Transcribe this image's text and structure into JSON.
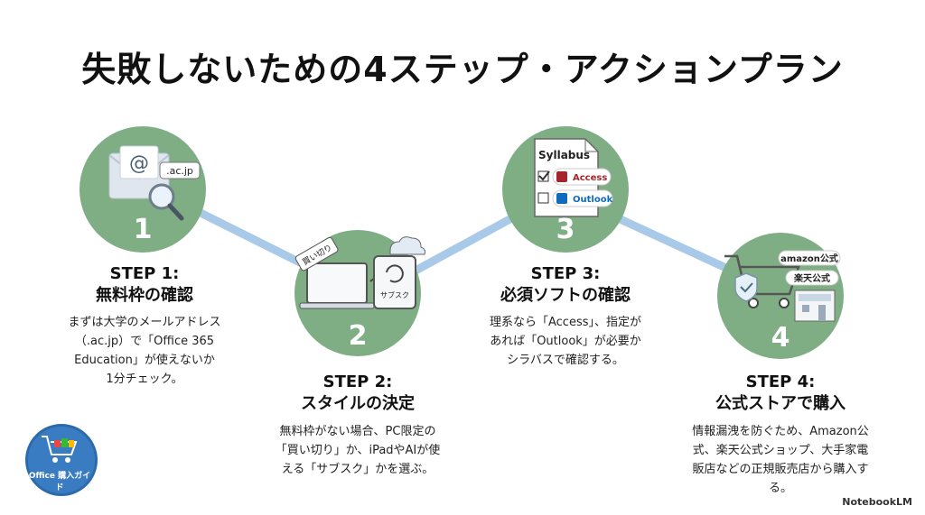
{
  "title": "失敗しないための4ステップ・アクションプラン",
  "steps": [
    {
      "number": "1",
      "heading_line1": "STEP 1:",
      "heading_line2": "無料枠の確認",
      "body": [
        "まずは大学のメールアドレス",
        "（.ac.jp）で「Office 365",
        "Education」が使えないか",
        "1分チェック。"
      ],
      "icon_label": ".ac.jp"
    },
    {
      "number": "2",
      "heading_line1": "STEP 2:",
      "heading_line2": "スタイルの決定",
      "body": [
        "無料枠がない場合、PC限定の",
        "「買い切り」か、iPadやAIが使",
        "える「サブスク」かを選ぶ。"
      ],
      "tag_label": "買い切り",
      "tablet_label": "サブスク"
    },
    {
      "number": "3",
      "heading_line1": "STEP 3:",
      "heading_line2": "必須ソフトの確認",
      "body": [
        "理系なら「Access」、指定が",
        "あれば「Outlook」が必要か",
        "シラバスで確認する。"
      ],
      "doc_title": "Syllabus",
      "item1": "Access",
      "item2": "Outlook"
    },
    {
      "number": "4",
      "heading_line1": "STEP 4:",
      "heading_line2": "公式ストアで購入",
      "body": [
        "情報漏洩を防ぐため、Amazon公",
        "式、楽天公式ショップ、大手家電",
        "販店などの正規販売店から購入す",
        "る。"
      ],
      "store1": "amazon公式",
      "store2": "楽天公式"
    }
  ],
  "badge_text": "Office 購入ガイド",
  "brand": "NotebookLM",
  "colors": {
    "circle": "#7fae85",
    "connector": "#a9c9e8",
    "title": "#111111"
  }
}
